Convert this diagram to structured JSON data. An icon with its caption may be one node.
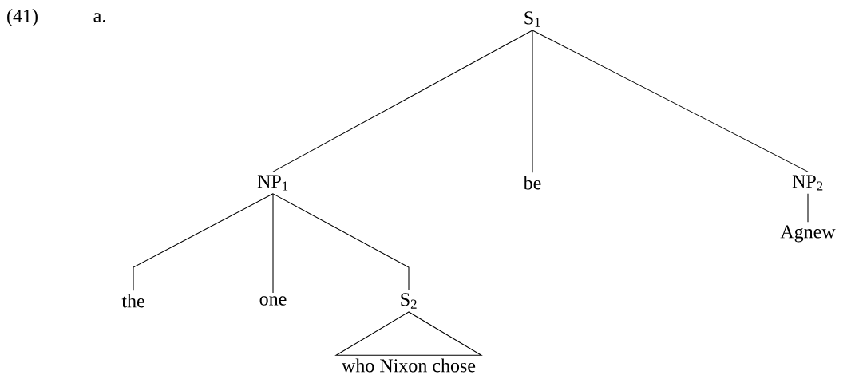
{
  "diagram": {
    "nodes": [
      {
        "text": [
          "S$_{1}$"
        ]
      },
      {
        "text": [
          "NP$_{1}$"
        ]
      },
      {
        "text": [
          "be"
        ]
      },
      {
        "text": [
          "NP$_{2}$"
        ]
      },
      {
        "text": [
          "the"
        ]
      },
      {
        "text": [
          "one"
        ]
      },
      {
        "text": [
          "S$_{2}$"
        ]
      },
      {
        "text": [
          "Agnew"
        ]
      },
      {
        "text": [
          "who Nixon chose"
        ]
      }
    ],
    "edges": [
      {
        "from": 0,
        "to": 1,
        "arrow": "none"
      },
      {
        "from": 0,
        "to": 2,
        "arrow": "none"
      },
      {
        "from": 0,
        "to": 3,
        "arrow": "none"
      },
      {
        "from": 1,
        "to": 4,
        "arrow": "none"
      },
      {
        "from": 1,
        "to": 5,
        "arrow": "none"
      },
      {
        "from": 1,
        "to": 6,
        "arrow": "none"
      },
      {
        "from": 3,
        "to": 7,
        "arrow": "none"
      },
      {
        "from": 6,
        "to": 8,
        "arrow": "none"
      }
    ],
    "labels": [
      "(41)",
      "a."
    ]
  }
}
